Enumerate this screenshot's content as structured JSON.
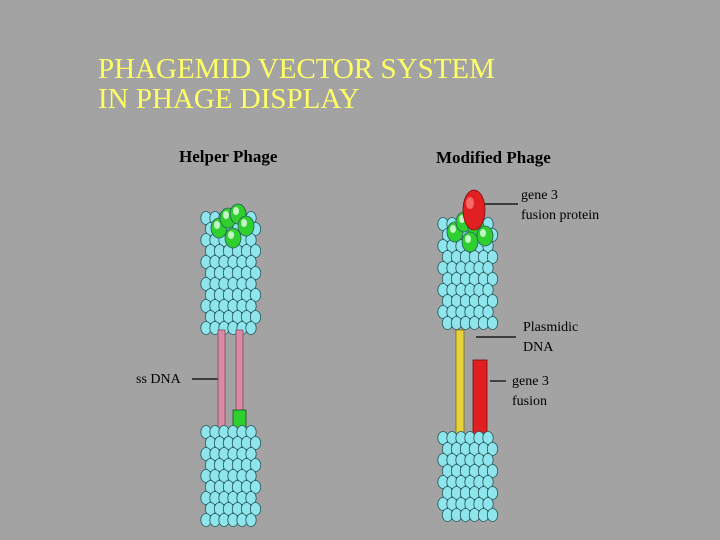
{
  "title": {
    "line1": "PHAGEMID VECTOR SYSTEM",
    "line2": "IN PHAGE DISPLAY"
  },
  "helper_phage": {
    "heading": "Helper Phage",
    "label_ssdna": "ss DNA"
  },
  "modified_phage": {
    "heading": "Modified Phage",
    "label_gene3_protein_line1": "gene 3",
    "label_gene3_protein_line2": "fusion protein",
    "label_plasmidic_line1": "Plasmidic",
    "label_plasmidic_line2": "DNA",
    "label_gene3_fusion_line1": "gene 3",
    "label_gene3_fusion_line2": "fusion"
  },
  "colors": {
    "background": "#a3a3a3",
    "title": "#ffff66",
    "coat_protein": "#8ee6ec",
    "gene3_protein": "#2fcf2f",
    "fusion_protein": "#e02020",
    "ss_dna_strand": "#d88aa6",
    "plasmid_dna_strand": "#e6d23a"
  }
}
